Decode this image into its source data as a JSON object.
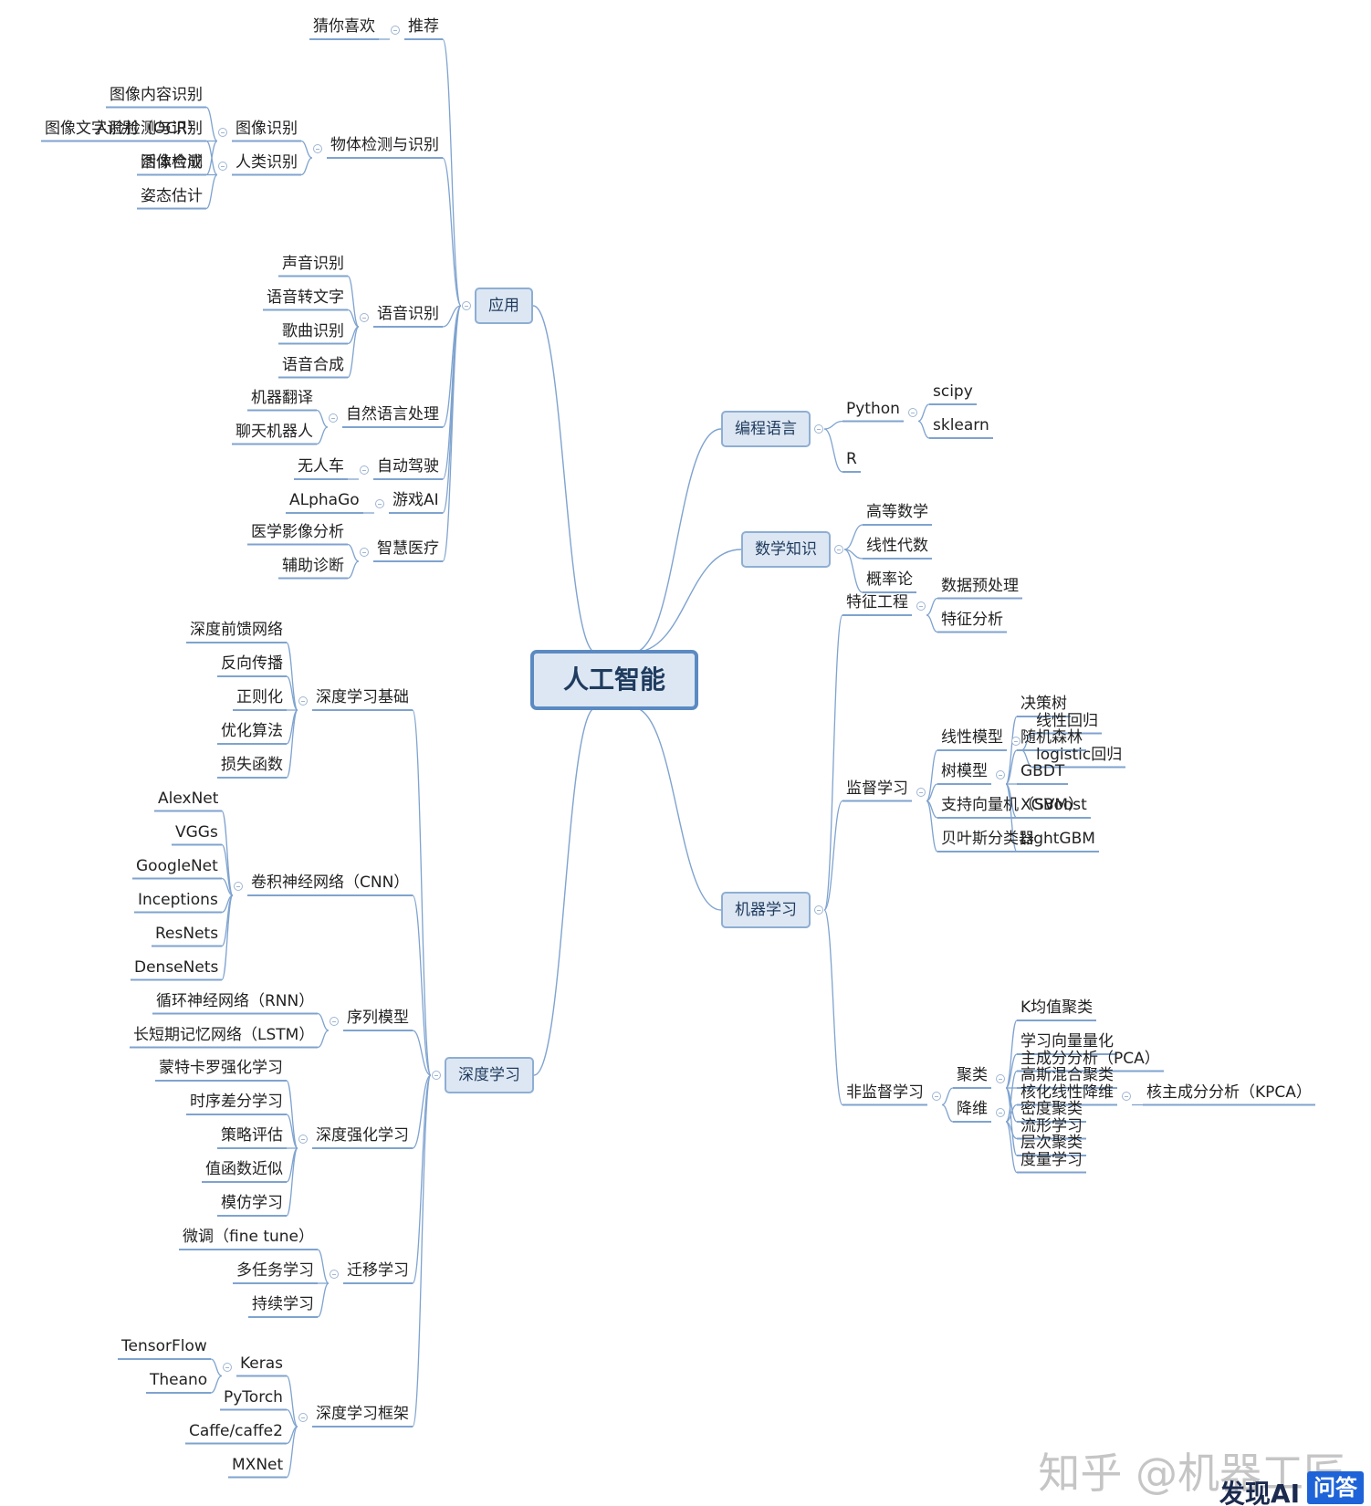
{
  "root": {
    "label": "人工智能",
    "children": [
      {
        "label": "应用",
        "children": [
          {
            "label": "推荐",
            "children": [
              {
                "label": "猜你喜欢"
              }
            ]
          },
          {
            "label": "物体检测与识别",
            "children": [
              {
                "label": "图像识别",
                "children": [
                  {
                    "label": "图像内容识别"
                  },
                  {
                    "label": "图像文字识别（OCR）"
                  },
                  {
                    "label": "图像合成"
                  }
                ]
              },
              {
                "label": "人类识别",
                "children": [
                  {
                    "label": "人脸检测与识别"
                  },
                  {
                    "label": "活体检测"
                  },
                  {
                    "label": "姿态估计"
                  }
                ]
              }
            ]
          },
          {
            "label": "语音识别",
            "children": [
              {
                "label": "声音识别"
              },
              {
                "label": "语音转文字"
              },
              {
                "label": "歌曲识别"
              },
              {
                "label": "语音合成"
              }
            ]
          },
          {
            "label": "自然语言处理",
            "children": [
              {
                "label": "机器翻译"
              },
              {
                "label": "聊天机器人"
              }
            ]
          },
          {
            "label": "自动驾驶",
            "children": [
              {
                "label": "无人车"
              }
            ]
          },
          {
            "label": "游戏AI",
            "children": [
              {
                "label": "ALphaGo"
              }
            ]
          },
          {
            "label": "智慧医疗",
            "children": [
              {
                "label": "医学影像分析"
              },
              {
                "label": "辅助诊断"
              }
            ]
          }
        ]
      },
      {
        "label": "深度学习",
        "children": [
          {
            "label": "深度学习基础",
            "children": [
              {
                "label": "深度前馈网络"
              },
              {
                "label": "反向传播"
              },
              {
                "label": "正则化"
              },
              {
                "label": "优化算法"
              },
              {
                "label": "损失函数"
              }
            ]
          },
          {
            "label": "卷积神经网络（CNN）",
            "children": [
              {
                "label": "AlexNet"
              },
              {
                "label": "VGGs"
              },
              {
                "label": "GoogleNet"
              },
              {
                "label": "Inceptions"
              },
              {
                "label": "ResNets"
              },
              {
                "label": "DenseNets"
              }
            ]
          },
          {
            "label": "序列模型",
            "children": [
              {
                "label": "循环神经网络（RNN）"
              },
              {
                "label": "长短期记忆网络（LSTM）"
              }
            ]
          },
          {
            "label": "深度强化学习",
            "children": [
              {
                "label": "蒙特卡罗强化学习"
              },
              {
                "label": "时序差分学习"
              },
              {
                "label": "策略评估"
              },
              {
                "label": "值函数近似"
              },
              {
                "label": "模仿学习"
              }
            ]
          },
          {
            "label": "迁移学习",
            "children": [
              {
                "label": "微调（fine tune）"
              },
              {
                "label": "多任务学习"
              },
              {
                "label": "持续学习"
              }
            ]
          },
          {
            "label": "深度学习框架",
            "children": [
              {
                "label": "Keras",
                "children": [
                  {
                    "label": "TensorFlow"
                  },
                  {
                    "label": "Theano"
                  }
                ]
              },
              {
                "label": "PyTorch"
              },
              {
                "label": "Caffe/caffe2"
              },
              {
                "label": "MXNet"
              }
            ]
          }
        ]
      },
      {
        "label": "编程语言",
        "children": [
          {
            "label": "Python",
            "children": [
              {
                "label": "scipy"
              },
              {
                "label": "sklearn"
              }
            ]
          },
          {
            "label": "R"
          }
        ]
      },
      {
        "label": "数学知识",
        "children": [
          {
            "label": "高等数学"
          },
          {
            "label": "线性代数"
          },
          {
            "label": "概率论"
          }
        ]
      },
      {
        "label": "机器学习",
        "children": [
          {
            "label": "特征工程",
            "children": [
              {
                "label": "数据预处理"
              },
              {
                "label": "特征分析"
              }
            ]
          },
          {
            "label": "监督学习",
            "children": [
              {
                "label": "线性模型",
                "children": [
                  {
                    "label": "线性回归"
                  },
                  {
                    "label": "logistic回归"
                  }
                ]
              },
              {
                "label": "树模型",
                "children": [
                  {
                    "label": "决策树"
                  },
                  {
                    "label": "随机森林"
                  },
                  {
                    "label": "GBDT"
                  },
                  {
                    "label": "XGBoost"
                  },
                  {
                    "label": "LightGBM"
                  }
                ]
              },
              {
                "label": "支持向量机（SVM）"
              },
              {
                "label": "贝叶斯分类器"
              }
            ]
          },
          {
            "label": "非监督学习",
            "children": [
              {
                "label": "聚类",
                "children": [
                  {
                    "label": "K均值聚类"
                  },
                  {
                    "label": "学习向量量化"
                  },
                  {
                    "label": "高斯混合聚类"
                  },
                  {
                    "label": "密度聚类"
                  },
                  {
                    "label": "层次聚类"
                  }
                ]
              },
              {
                "label": "降维",
                "children": [
                  {
                    "label": "主成分分析（PCA）"
                  },
                  {
                    "label": "核化线性降维",
                    "children": [
                      {
                        "label": "核主成分分析（KPCA）"
                      }
                    ]
                  },
                  {
                    "label": "流形学习"
                  },
                  {
                    "label": "度量学习"
                  }
                ]
              }
            ]
          }
        ]
      }
    ]
  },
  "watermark": {
    "text": "知乎 @机器工匠",
    "logo": "发现AI",
    "badge": "问答"
  }
}
